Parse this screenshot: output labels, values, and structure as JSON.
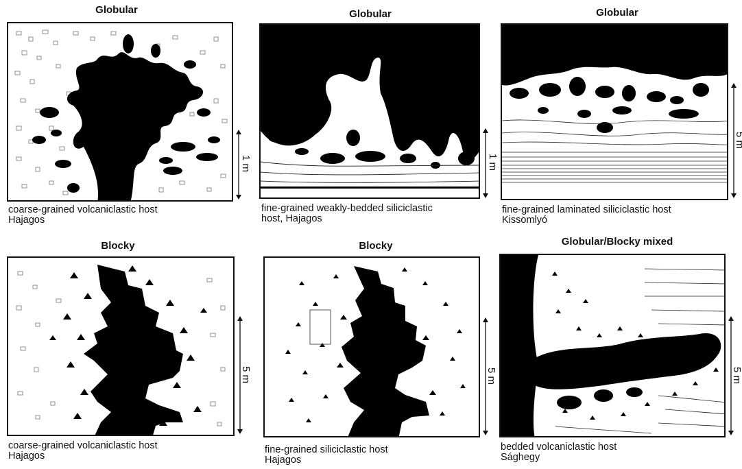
{
  "panels": [
    {
      "title": "Globular",
      "caption_line1": "coarse-grained volcaniclastic host",
      "caption_line2": "Hajagos",
      "scale": "1 m"
    },
    {
      "title": "Globular",
      "caption_line1": "fine-grained weakly-bedded siliciclastic",
      "caption_line2": "host, Hajagos",
      "scale": "1 m"
    },
    {
      "title": "Globular",
      "caption_line1": "fine-grained laminated siliciclastic host",
      "caption_line2": "Kissomlyó",
      "scale": "5 m"
    },
    {
      "title": "Blocky",
      "caption_line1": "coarse-grained volcaniclastic host",
      "caption_line2": "Hajagos",
      "scale": "5 m"
    },
    {
      "title": "Blocky",
      "caption_line1": "fine-grained siliciclastic host",
      "caption_line2": "Hajagos",
      "scale": "5 m"
    },
    {
      "title": "Globular/Blocky mixed",
      "caption_line1": "bedded volcaniclastic host",
      "caption_line2": "Sághegy",
      "scale": "5 m"
    }
  ]
}
